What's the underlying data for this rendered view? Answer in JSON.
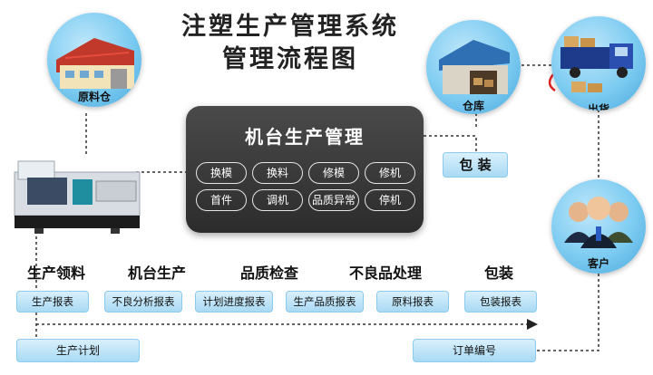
{
  "title": {
    "line1": "注塑生产管理系统",
    "line2": "管理流程图"
  },
  "nodes": {
    "raw_warehouse": "原料仓",
    "warehouse": "仓库",
    "shipment": "出货",
    "customer": "客户",
    "packaging": "包 装"
  },
  "machine_panel": {
    "title": "机台生产管理",
    "buttons": [
      "换模",
      "换料",
      "修模",
      "修机",
      "首件",
      "调机",
      "品质异常",
      "停机"
    ]
  },
  "stages": [
    "生产领料",
    "机台生产",
    "品质检查",
    "不良品处理",
    "包装"
  ],
  "reports": [
    "生产报表",
    "不良分析报表",
    "计划进度报表",
    "生产品质报表",
    "原料报表",
    "包装报表"
  ],
  "bottom": {
    "plan": "生产计划",
    "order": "订单编号"
  }
}
